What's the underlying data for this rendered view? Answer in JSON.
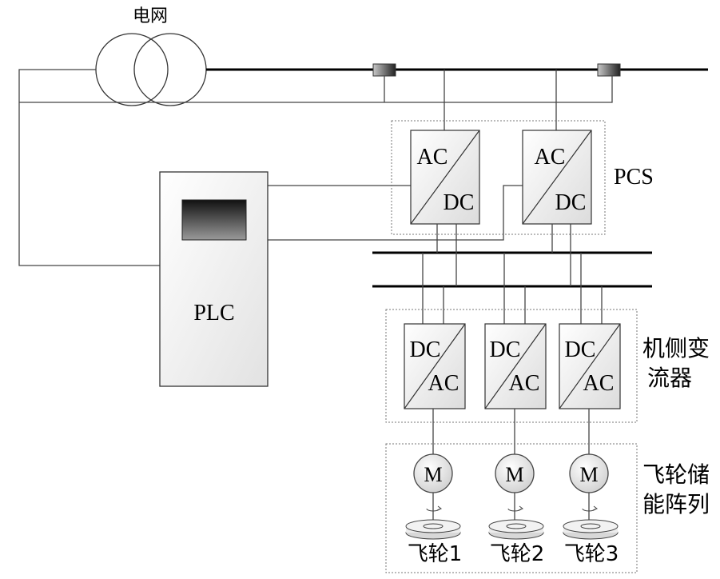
{
  "grid_label": "电网",
  "plc_label": "PLC",
  "pcs_label": "PCS",
  "machine_converter_label": [
    "机侧变",
    "流器"
  ],
  "flywheel_array_label": [
    "飞轮储",
    "能阵列"
  ],
  "pcs_units": [
    {
      "top": "AC",
      "bottom": "DC"
    },
    {
      "top": "AC",
      "bottom": "DC"
    }
  ],
  "converters": [
    {
      "top": "DC",
      "bottom": "AC"
    },
    {
      "top": "DC",
      "bottom": "AC"
    },
    {
      "top": "DC",
      "bottom": "AC"
    }
  ],
  "motors": [
    "M",
    "M",
    "M"
  ],
  "flywheels": [
    "飞轮1",
    "飞轮2",
    "飞轮3"
  ]
}
